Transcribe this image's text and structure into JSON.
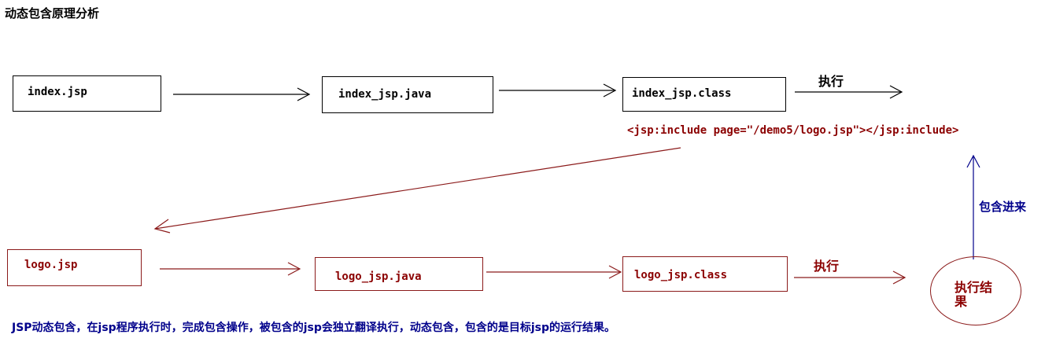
{
  "title": "动态包含原理分析",
  "row1": {
    "box1": "index.jsp",
    "box2": "index_jsp.java",
    "box3": "index_jsp.class",
    "exec": "执行"
  },
  "include_tag": "<jsp:include page=\"/demo5/logo.jsp\"></jsp:include>",
  "include_in": "包含进来",
  "row2": {
    "box1": "logo.jsp",
    "box2": "logo_jsp.java",
    "box3": "logo_jsp.class",
    "exec": "执行",
    "result_line1": "执行结",
    "result_line2": "果"
  },
  "note": "JSP动态包含，在jsp程序执行时，完成包含操作，被包含的jsp会独立翻译执行，动态包含，包含的是目标jsp的运行结果。",
  "colors": {
    "black": "#000000",
    "red": "#8b0000",
    "blue": "#00008b"
  }
}
